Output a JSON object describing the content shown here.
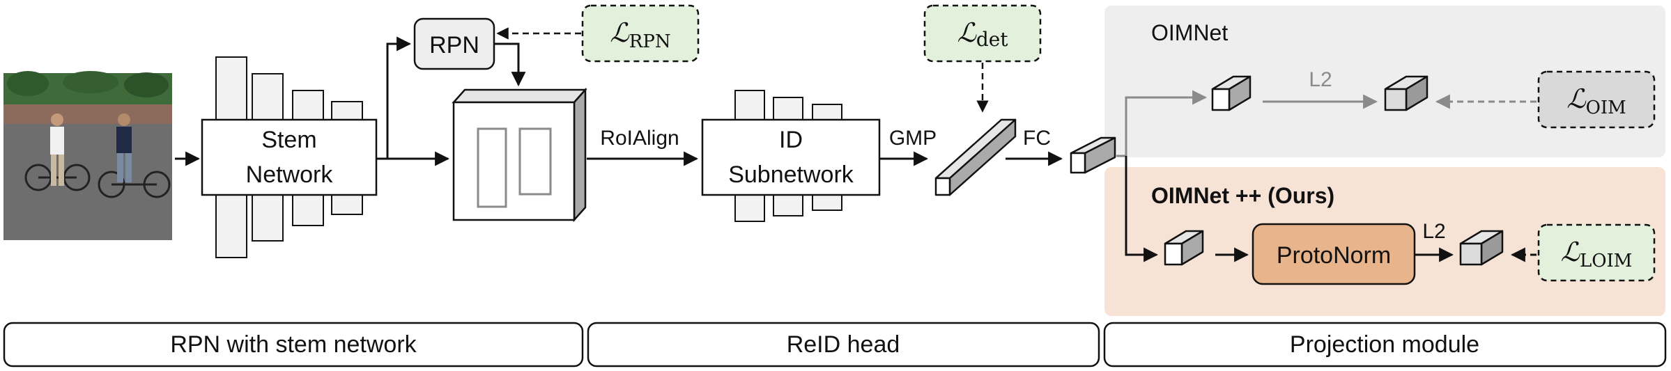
{
  "diagram": {
    "stem": {
      "line1": "Stem",
      "line2": "Network"
    },
    "rpn": "RPN",
    "losses": {
      "rpn": {
        "symbol": "ℒ",
        "sub": "RPN"
      },
      "det": {
        "symbol": "ℒ",
        "sub": "det"
      },
      "oim": {
        "symbol": "ℒ",
        "sub": "OIM"
      },
      "loim": {
        "symbol": "ℒ",
        "sub": "LOIM"
      }
    },
    "roialign": "RoIAlign",
    "id_subnet": {
      "line1": "ID",
      "line2": "Subnetwork"
    },
    "gmp": "GMP",
    "fc": "FC",
    "oimnet": {
      "title": "OIMNet",
      "l2": "L2"
    },
    "oimnetpp": {
      "title": "OIMNet ++ (Ours)",
      "protonorm": "ProtoNorm",
      "l2": "L2"
    },
    "sections": [
      "RPN with stem network",
      "ReID head",
      "Projection module"
    ]
  },
  "colors": {
    "loss_green": "#e3f1dc",
    "oimnet_bg": "#eeeeee",
    "oimnetpp_bg": "#f6e3d6",
    "protonorm_fill": "#e8b48c",
    "loss_gray": "#d9d9d9",
    "photo_road": "#6e6e6e",
    "photo_trees": "#3f6b3a"
  },
  "photo": {
    "alt": "street scene with two pedestrians and bicycles"
  }
}
